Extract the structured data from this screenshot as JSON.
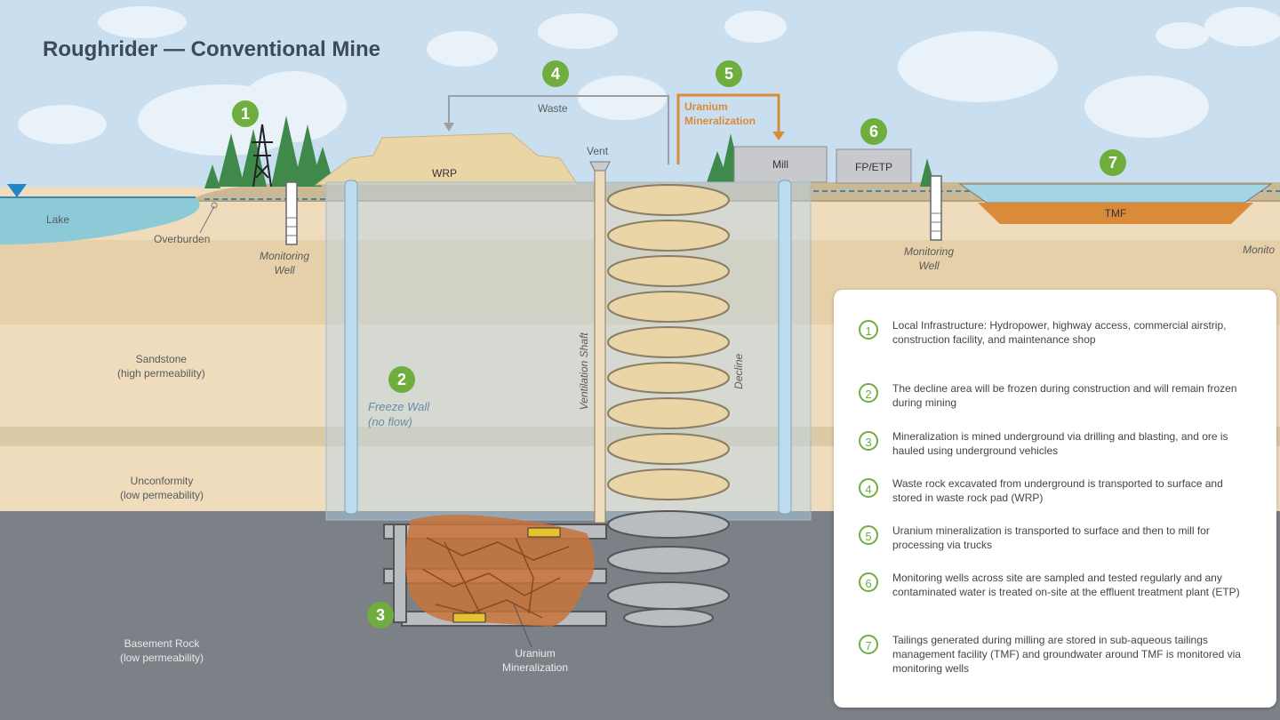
{
  "title": "Roughrider — Conventional Mine",
  "badges": [
    "1",
    "2",
    "3",
    "4",
    "5",
    "6",
    "7"
  ],
  "labels": {
    "lake": "Lake",
    "overburden": "Overburden",
    "monitoring_well": "Monitoring\nWell",
    "monitoring_cut": "Monito",
    "sandstone": "Sandstone\n(high permeability)",
    "unconformity": "Unconformity\n(low permeability)",
    "basement": "Basement Rock\n(low permeability)",
    "freeze_wall": "Freeze Wall\n(no flow)",
    "ventilation_shaft": "Ventilation Shaft",
    "decline": "Decline",
    "vent": "Vent",
    "waste": "Waste",
    "wrp": "WRP",
    "mill": "Mill",
    "fp_etp": "FP/ETP",
    "tmf": "TMF",
    "uranium_mineralization_top": "Uranium\nMineralization",
    "uranium_mineralization_bottom": "Uranium\nMineralization"
  },
  "legend": [
    {
      "num": "1",
      "text": "Local Infrastructure: Hydropower, highway access, commercial airstrip, construction facility, and maintenance shop"
    },
    {
      "num": "2",
      "text": "The decline area will be frozen during construction and will remain frozen during mining"
    },
    {
      "num": "3",
      "text": "Mineralization is mined underground via drilling and blasting, and ore is hauled using underground vehicles"
    },
    {
      "num": "4",
      "text": "Waste rock excavated from underground is transported to surface and stored in waste rock pad (WRP)"
    },
    {
      "num": "5",
      "text": "Uranium mineralization is transported to surface and then to mill for processing via trucks"
    },
    {
      "num": "6",
      "text": "Monitoring wells across site are sampled and tested regularly and any contaminated water is treated on-site at the effluent treatment plant (ETP)"
    },
    {
      "num": "7",
      "text": "Tailings generated during milling are stored in sub-aqueous tailings management facility (TMF) and groundwater around TMF is monitored via monitoring wells"
    }
  ],
  "colors": {
    "sky": "#c9dff0",
    "lake": "#8ccad8",
    "sand_light": "#eedcbd",
    "sand_band": "#e6d0aa",
    "basement": "#7c8087",
    "freeze_wall": "#b7d5e8",
    "ore": "#c8733a",
    "badge": "#6fae3e",
    "arrow_orange": "#d98b3a",
    "tmf": "#d98b3a"
  },
  "icons": [
    "tree-icon",
    "power-tower-icon",
    "water-level-icon",
    "monitoring-well-icon",
    "haul-truck-icon"
  ]
}
